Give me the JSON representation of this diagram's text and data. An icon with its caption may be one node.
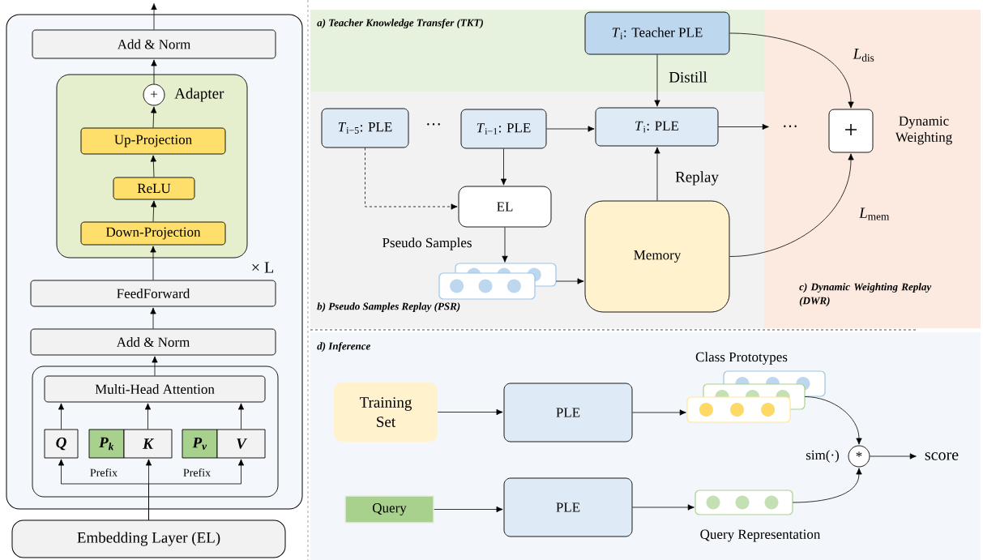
{
  "diagram": {
    "nodes": [
      {
        "text": [],
        "shape": "box"
      },
      {
        "text": [
          "Add & Norm"
        ],
        "in": 0
      },
      {
        "text": [
          "Adapter"
        ],
        "in": 0
      },
      {
        "text": [
          "+"
        ],
        "in": 2
      },
      {
        "text": [
          "Up-Projection"
        ],
        "in": 2
      },
      {
        "text": [
          "ReLU"
        ],
        "in": 2
      },
      {
        "text": [
          "Down-Projection"
        ],
        "in": 2
      },
      {
        "text": [
          "FeedForward"
        ],
        "in": 0
      },
      {
        "text": [
          "Add & Norm"
        ],
        "in": 0
      },
      {
        "text": [],
        "shape": "box",
        "in": 0
      },
      {
        "text": [
          "Multi-Head Attention"
        ],
        "in": 9
      },
      {
        "text": [
          "Q"
        ],
        "in": 9
      },
      {
        "text": [
          "P$_{k}$"
        ],
        "in": 9
      },
      {
        "text": [
          "K"
        ],
        "in": 9
      },
      {
        "text": [
          "P$_{v}$"
        ],
        "in": 9
      },
      {
        "text": [
          "V"
        ],
        "in": 9
      },
      {
        "text": [
          "Embedding Layer (EL)"
        ]
      },
      {
        "text": [
          "a) Teacher Knowledge Transfer (TKT)"
        ]
      },
      {
        "text": [
          "*T*$_{i}$: Teacher PLE"
        ],
        "in": 17
      },
      {
        "text": [
          "b) Pseudo Samples Replay (PSR)"
        ]
      },
      {
        "text": [
          "c) Dynamic Weighting Replay (DWR)"
        ]
      },
      {
        "text": [
          "*T*$_{i−5}$: PLE"
        ],
        "in": 19
      },
      {
        "text": [
          "*T*$_{i−1}$: PLE"
        ],
        "in": 19
      },
      {
        "text": [
          "*T*$_{i}$: PLE"
        ],
        "in": 19
      },
      {
        "text": [
          "EL"
        ],
        "in": 19
      },
      {
        "text": [],
        "shape": "box",
        "beside": [
          "Pseudo Samples"
        ],
        "in": 19
      },
      {
        "text": [
          "Memory"
        ],
        "in": 19
      },
      {
        "text": [
          "+"
        ],
        "beside": [
          "Dynamic Weighting"
        ],
        "in": 20
      },
      {
        "text": [
          "···"
        ],
        "in": 20
      },
      {
        "text": [
          "d) Inference"
        ]
      },
      {
        "text": [
          "Training Set"
        ],
        "in": 29
      },
      {
        "text": [
          "PLE"
        ],
        "in": 29
      },
      {
        "text": [],
        "shape": "box",
        "beside": [
          "Class Prototypes"
        ],
        "in": 29
      },
      {
        "text": [
          "Query"
        ],
        "in": 29
      },
      {
        "text": [
          "PLE"
        ],
        "in": 29
      },
      {
        "text": [],
        "shape": "box",
        "beside": [
          "Query Representation"
        ],
        "in": 29
      },
      {
        "text": [
          "*"
        ],
        "beside": [
          "sim(·)"
        ],
        "in": 29
      },
      {
        "text": [
          "score"
        ],
        "in": 29
      }
    ],
    "edges": [
      {
        "from": 1,
        "to": null,
        "arrow": "to"
      },
      {
        "from": 3,
        "to": 1,
        "arrow": "to"
      },
      {
        "from": 4,
        "to": 3,
        "arrow": "to"
      },
      {
        "from": 5,
        "to": 4,
        "arrow": "to"
      },
      {
        "from": 6,
        "to": 5,
        "arrow": "to"
      },
      {
        "from": 7,
        "to": 6,
        "arrow": "to"
      },
      {
        "from": 8,
        "to": 7,
        "arrow": "to"
      },
      {
        "from": 10,
        "to": 8,
        "arrow": "to"
      },
      {
        "from": 11,
        "to": 10,
        "arrow": "to"
      },
      {
        "from": 13,
        "to": 10,
        "arrow": "to"
      },
      {
        "from": 15,
        "to": 10,
        "arrow": "to"
      },
      {
        "from": 16,
        "to": 11,
        "arrow": "to"
      },
      {
        "from": 16,
        "to": 13,
        "arrow": "to"
      },
      {
        "from": 16,
        "to": 15,
        "arrow": "to"
      },
      {
        "from": 18,
        "to": 23,
        "arrow": "to",
        "label": "Distill"
      },
      {
        "from": 22,
        "to": 23,
        "arrow": "to"
      },
      {
        "from": 23,
        "to": 28,
        "arrow": "to"
      },
      {
        "from": 22,
        "to": 24,
        "arrow": "to"
      },
      {
        "from": 21,
        "to": 24,
        "arrow": "to",
        "style": "dashed"
      },
      {
        "from": 24,
        "to": 25,
        "arrow": "to"
      },
      {
        "from": 25,
        "to": 26,
        "arrow": "to"
      },
      {
        "from": 26,
        "to": 23,
        "arrow": "to",
        "label": "Replay"
      },
      {
        "from": 18,
        "to": 27,
        "arrow": "to",
        "label": "*L*$_{dis}$"
      },
      {
        "from": 26,
        "to": 27,
        "arrow": "to",
        "label": "*L*$_{mem}$"
      },
      {
        "from": 30,
        "to": 31,
        "arrow": "to"
      },
      {
        "from": 31,
        "to": 32,
        "arrow": "to"
      },
      {
        "from": 33,
        "to": 34,
        "arrow": "to"
      },
      {
        "from": 34,
        "to": 35,
        "arrow": "to"
      },
      {
        "from": 32,
        "to": 36,
        "arrow": "to"
      },
      {
        "from": 35,
        "to": 36,
        "arrow": "to"
      },
      {
        "from": 36,
        "to": 37,
        "arrow": "to"
      }
    ],
    "labels": [
      "× L",
      "Prefix",
      "Prefix",
      "···"
    ]
  }
}
